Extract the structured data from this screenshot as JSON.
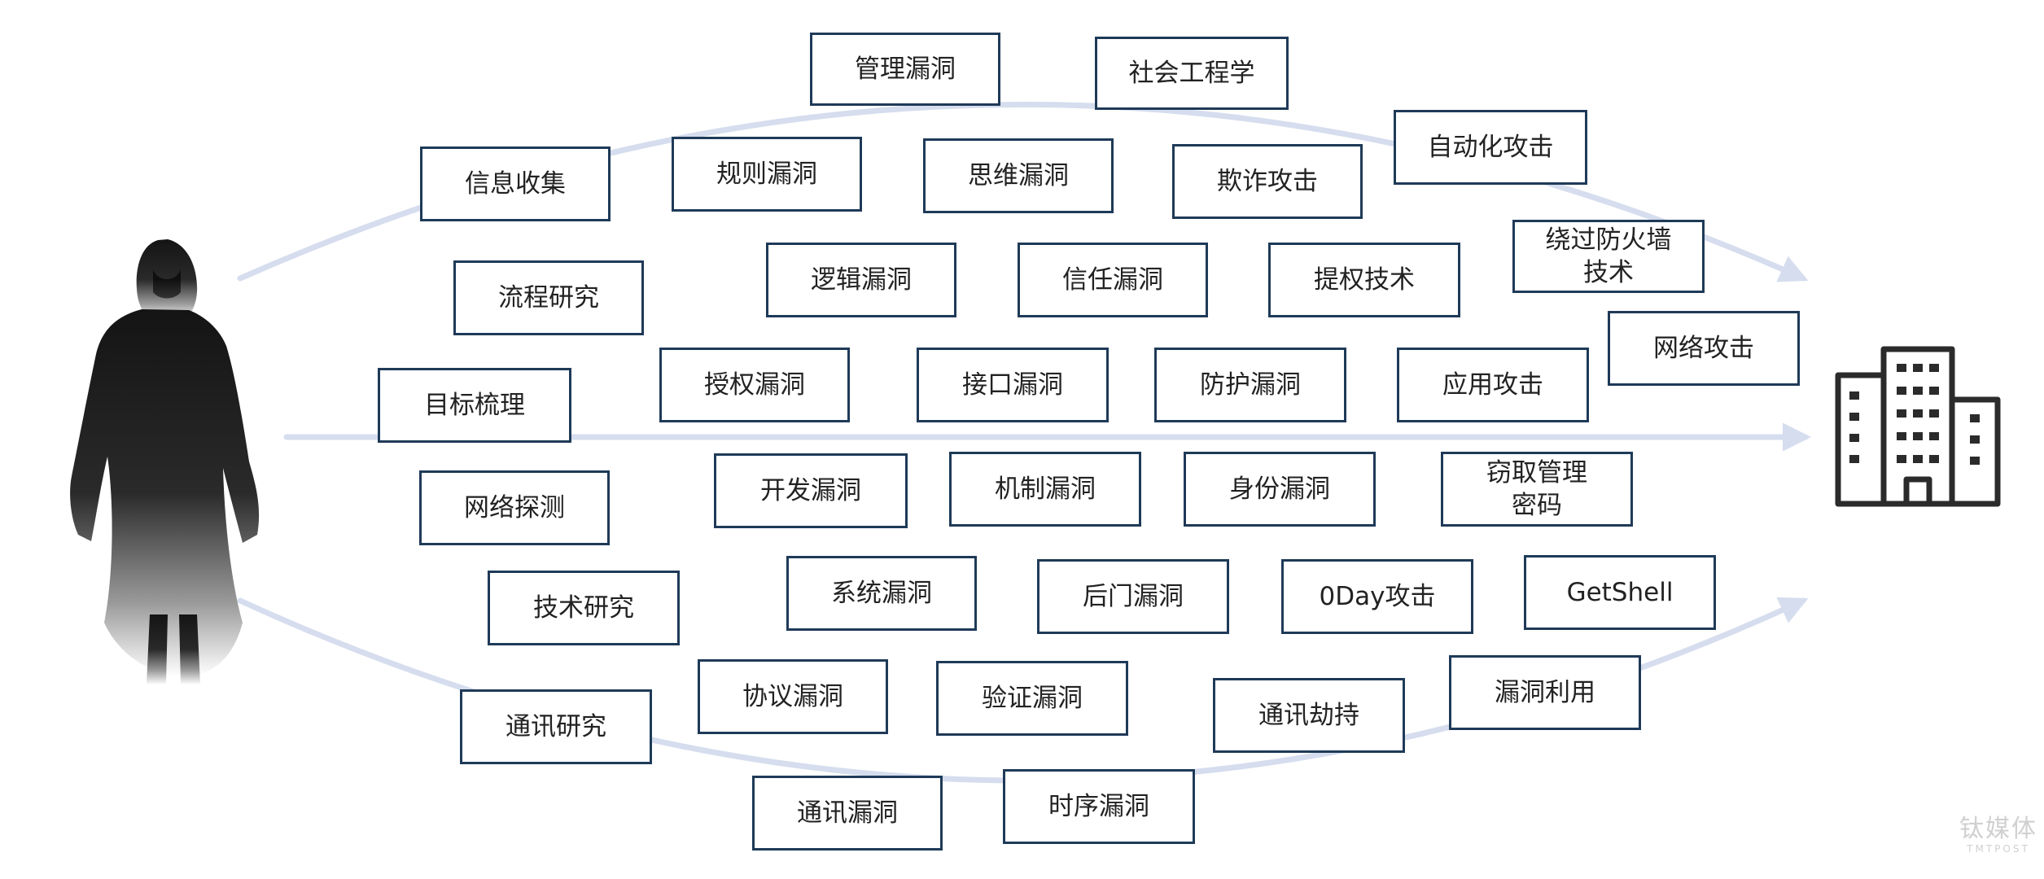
{
  "colors": {
    "arrow": "#d5ddee",
    "box_border": "#1f3a58",
    "text": "#222222",
    "figure": "#1a1a1a",
    "building": "#2b2b2b"
  },
  "icons": {
    "attacker": "hooded-hacker-silhouette",
    "target": "office-building-icon"
  },
  "labels": {
    "b1": "管理漏洞",
    "b2": "社会工程学",
    "b3": "规则漏洞",
    "b4": "思维漏洞",
    "b5": "信息收集",
    "b6": "欺诈攻击",
    "b7": "自动化攻击",
    "b8": "逻辑漏洞",
    "b9": "信任漏洞",
    "b10": "提权技术",
    "b11": "绕过防火墙\n技术",
    "b12": "流程研究",
    "b13": "网络攻击",
    "b14": "授权漏洞",
    "b15": "接口漏洞",
    "b16": "防护漏洞",
    "b17": "应用攻击",
    "b18": "目标梳理",
    "b19": "开发漏洞",
    "b20": "机制漏洞",
    "b21": "身份漏洞",
    "b22": "窃取管理\n密码",
    "b23": "网络探测",
    "b24": "系统漏洞",
    "b25": "后门漏洞",
    "b26": "0Day攻击",
    "b27": "GetShell",
    "b28": "技术研究",
    "b29": "协议漏洞",
    "b30": "验证漏洞",
    "b31": "通讯劫持",
    "b32": "漏洞利用",
    "b33": "通讯研究",
    "b34": "通讯漏洞",
    "b35": "时序漏洞"
  },
  "watermark": {
    "cn": "钛媒体",
    "en": "TMTPOST"
  }
}
